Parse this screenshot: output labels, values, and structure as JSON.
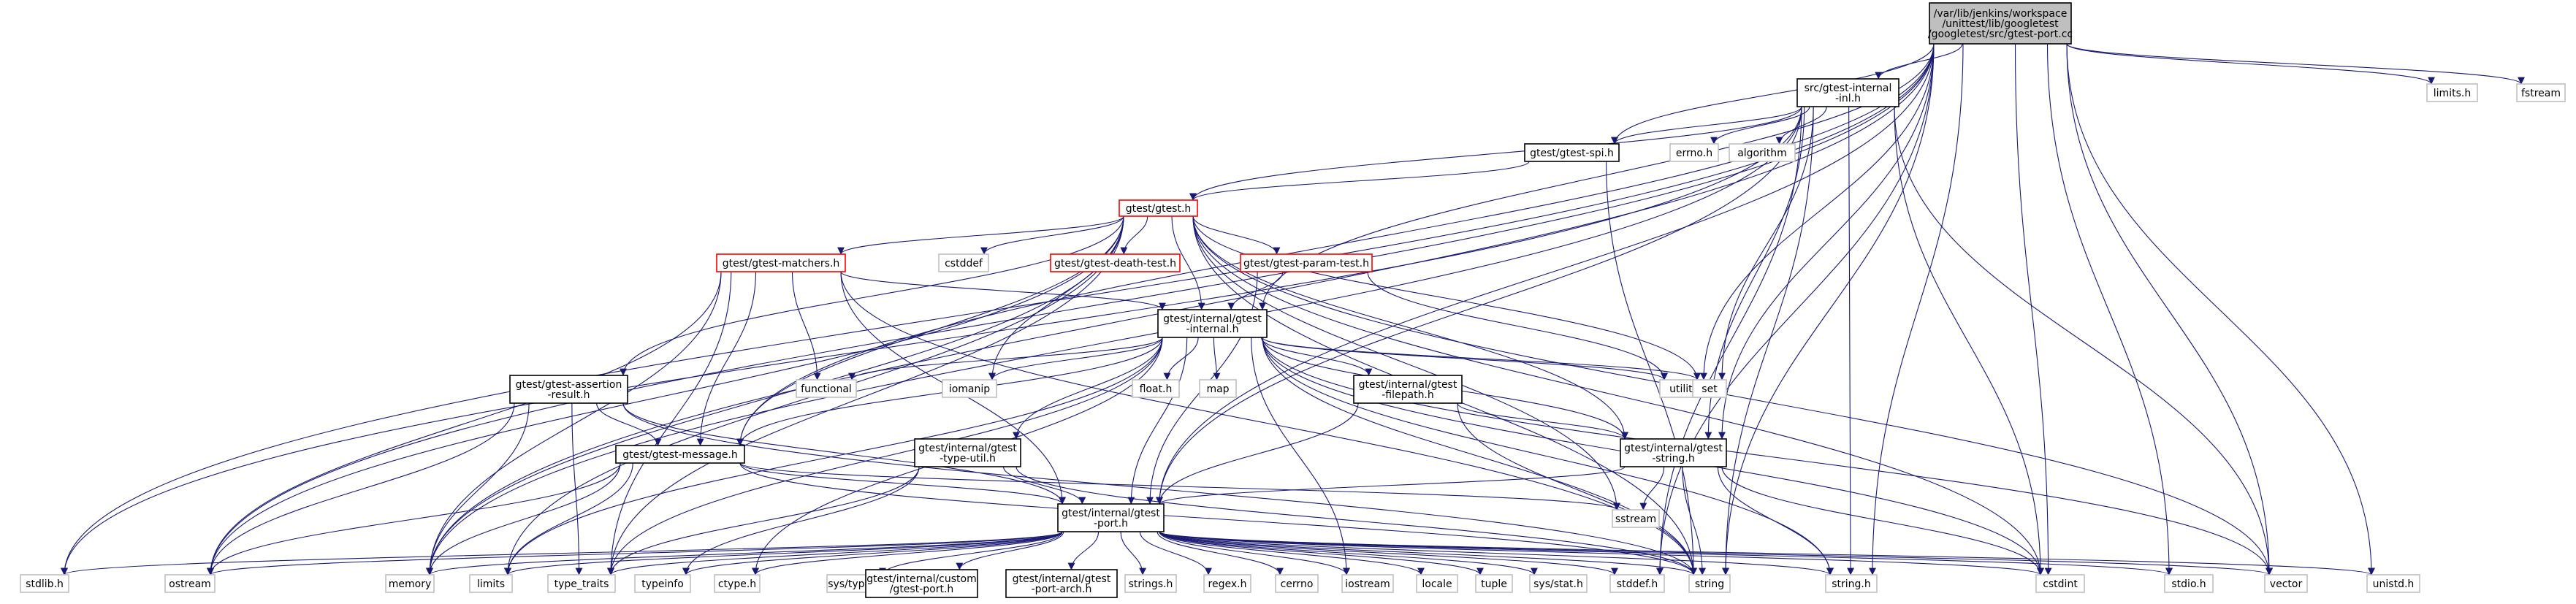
{
  "diagram": {
    "type": "include-dependency-graph",
    "colors": {
      "root_fill": "#bfbfbf",
      "root_border": "#000000",
      "internal_border": "#000000",
      "truncated_border": "#ff0000",
      "system_border": "#bfbfbf",
      "edge": "#191970"
    },
    "nodes": [
      {
        "id": "root",
        "lines": [
          "/var/lib/jenkins/workspace",
          "/unittest/lib/googletest",
          "/googletest/src/gtest-port.cc"
        ],
        "kind": "root"
      },
      {
        "id": "src_internal_inl",
        "lines": [
          "src/gtest-internal",
          "-inl.h"
        ],
        "kind": "internal"
      },
      {
        "id": "limits_h",
        "lines": [
          "limits.h"
        ],
        "kind": "system"
      },
      {
        "id": "fstream",
        "lines": [
          "fstream"
        ],
        "kind": "system"
      },
      {
        "id": "gtest_spi",
        "lines": [
          "gtest/gtest-spi.h"
        ],
        "kind": "internal"
      },
      {
        "id": "errno_h",
        "lines": [
          "errno.h"
        ],
        "kind": "system"
      },
      {
        "id": "algorithm",
        "lines": [
          "algorithm"
        ],
        "kind": "system"
      },
      {
        "id": "gtest_h",
        "lines": [
          "gtest/gtest.h"
        ],
        "kind": "truncated"
      },
      {
        "id": "cstddef",
        "lines": [
          "cstddef"
        ],
        "kind": "system"
      },
      {
        "id": "gtest_death",
        "lines": [
          "gtest/gtest-death-test.h"
        ],
        "kind": "truncated"
      },
      {
        "id": "gtest_matchers",
        "lines": [
          "gtest/gtest-matchers.h"
        ],
        "kind": "truncated"
      },
      {
        "id": "gtest_param",
        "lines": [
          "gtest/gtest-param-test.h"
        ],
        "kind": "truncated"
      },
      {
        "id": "gtest_internal",
        "lines": [
          "gtest/internal/gtest",
          "-internal.h"
        ],
        "kind": "internal"
      },
      {
        "id": "functional",
        "lines": [
          "functional"
        ],
        "kind": "system"
      },
      {
        "id": "iomanip",
        "lines": [
          "iomanip"
        ],
        "kind": "system"
      },
      {
        "id": "float_h",
        "lines": [
          "float.h"
        ],
        "kind": "system"
      },
      {
        "id": "map",
        "lines": [
          "map"
        ],
        "kind": "system"
      },
      {
        "id": "utility",
        "lines": [
          "utility"
        ],
        "kind": "system"
      },
      {
        "id": "set",
        "lines": [
          "set"
        ],
        "kind": "system"
      },
      {
        "id": "assertion_result",
        "lines": [
          "gtest/gtest-assertion",
          "-result.h"
        ],
        "kind": "internal"
      },
      {
        "id": "filepath",
        "lines": [
          "gtest/internal/gtest",
          "-filepath.h"
        ],
        "kind": "internal"
      },
      {
        "id": "type_util",
        "lines": [
          "gtest/internal/gtest",
          "-type-util.h"
        ],
        "kind": "internal"
      },
      {
        "id": "gtest_string",
        "lines": [
          "gtest/internal/gtest",
          "-string.h"
        ],
        "kind": "internal"
      },
      {
        "id": "gtest_message",
        "lines": [
          "gtest/gtest-message.h"
        ],
        "kind": "internal"
      },
      {
        "id": "sstream",
        "lines": [
          "sstream"
        ],
        "kind": "system"
      },
      {
        "id": "gtest_port",
        "lines": [
          "gtest/internal/gtest",
          "-port.h"
        ],
        "kind": "internal"
      },
      {
        "id": "stdlib_h",
        "lines": [
          "stdlib.h"
        ],
        "kind": "system"
      },
      {
        "id": "ostream",
        "lines": [
          "ostream"
        ],
        "kind": "system"
      },
      {
        "id": "memory",
        "lines": [
          "memory"
        ],
        "kind": "system"
      },
      {
        "id": "limits",
        "lines": [
          "limits"
        ],
        "kind": "system"
      },
      {
        "id": "type_traits",
        "lines": [
          "type_traits"
        ],
        "kind": "system"
      },
      {
        "id": "typeinfo",
        "lines": [
          "typeinfo"
        ],
        "kind": "system"
      },
      {
        "id": "ctype_h",
        "lines": [
          "ctype.h"
        ],
        "kind": "system"
      },
      {
        "id": "sys_types_h",
        "lines": [
          "sys/types.h"
        ],
        "kind": "system"
      },
      {
        "id": "custom_port",
        "lines": [
          "gtest/internal/custom",
          "/gtest-port.h"
        ],
        "kind": "internal"
      },
      {
        "id": "port_arch",
        "lines": [
          "gtest/internal/gtest",
          "-port-arch.h"
        ],
        "kind": "internal"
      },
      {
        "id": "strings_h",
        "lines": [
          "strings.h"
        ],
        "kind": "system"
      },
      {
        "id": "regex_h",
        "lines": [
          "regex.h"
        ],
        "kind": "system"
      },
      {
        "id": "cerrno",
        "lines": [
          "cerrno"
        ],
        "kind": "system"
      },
      {
        "id": "iostream",
        "lines": [
          "iostream"
        ],
        "kind": "system"
      },
      {
        "id": "locale",
        "lines": [
          "locale"
        ],
        "kind": "system"
      },
      {
        "id": "tuple",
        "lines": [
          "tuple"
        ],
        "kind": "system"
      },
      {
        "id": "sys_stat_h",
        "lines": [
          "sys/stat.h"
        ],
        "kind": "system"
      },
      {
        "id": "stddef_h",
        "lines": [
          "stddef.h"
        ],
        "kind": "system"
      },
      {
        "id": "string",
        "lines": [
          "string"
        ],
        "kind": "system"
      },
      {
        "id": "string_h",
        "lines": [
          "string.h"
        ],
        "kind": "system"
      },
      {
        "id": "cstdint",
        "lines": [
          "cstdint"
        ],
        "kind": "system"
      },
      {
        "id": "stdio_h",
        "lines": [
          "stdio.h"
        ],
        "kind": "system"
      },
      {
        "id": "vector",
        "lines": [
          "vector"
        ],
        "kind": "system"
      },
      {
        "id": "unistd_h",
        "lines": [
          "unistd.h"
        ],
        "kind": "system"
      }
    ],
    "edges": [
      [
        "root",
        "src_internal_inl"
      ],
      [
        "root",
        "limits_h"
      ],
      [
        "root",
        "fstream"
      ],
      [
        "root",
        "gtest_spi"
      ],
      [
        "root",
        "utility"
      ],
      [
        "root",
        "stdlib_h"
      ],
      [
        "root",
        "ostream"
      ],
      [
        "root",
        "memory"
      ],
      [
        "root",
        "gtest_message"
      ],
      [
        "root",
        "gtest_string"
      ],
      [
        "root",
        "gtest_port"
      ],
      [
        "root",
        "gtest_internal"
      ],
      [
        "root",
        "string_h"
      ],
      [
        "root",
        "cstdint"
      ],
      [
        "root",
        "stdio_h"
      ],
      [
        "root",
        "vector"
      ],
      [
        "root",
        "unistd_h"
      ],
      [
        "root",
        "string"
      ],
      [
        "root",
        "stddef_h"
      ],
      [
        "src_internal_inl",
        "gtest_spi"
      ],
      [
        "src_internal_inl",
        "errno_h"
      ],
      [
        "src_internal_inl",
        "algorithm"
      ],
      [
        "src_internal_inl",
        "gtest_h"
      ],
      [
        "src_internal_inl",
        "stdlib_h"
      ],
      [
        "src_internal_inl",
        "memory"
      ],
      [
        "src_internal_inl",
        "set"
      ],
      [
        "src_internal_inl",
        "gtest_string"
      ],
      [
        "src_internal_inl",
        "gtest_port"
      ],
      [
        "src_internal_inl",
        "string"
      ],
      [
        "src_internal_inl",
        "string_h"
      ],
      [
        "src_internal_inl",
        "cstdint"
      ],
      [
        "src_internal_inl",
        "vector"
      ],
      [
        "src_internal_inl",
        "stddef_h"
      ],
      [
        "gtest_spi",
        "gtest_h"
      ],
      [
        "gtest_spi",
        "string"
      ],
      [
        "gtest_h",
        "cstddef"
      ],
      [
        "gtest_h",
        "gtest_death"
      ],
      [
        "gtest_h",
        "gtest_matchers"
      ],
      [
        "gtest_h",
        "gtest_param"
      ],
      [
        "gtest_h",
        "gtest_internal"
      ],
      [
        "gtest_h",
        "iomanip"
      ],
      [
        "gtest_h",
        "gtest_message"
      ],
      [
        "gtest_h",
        "assertion_result"
      ],
      [
        "gtest_h",
        "ostream"
      ],
      [
        "gtest_h",
        "memory"
      ],
      [
        "gtest_h",
        "limits"
      ],
      [
        "gtest_h",
        "type_traits"
      ],
      [
        "gtest_h",
        "set"
      ],
      [
        "gtest_h",
        "sstream"
      ],
      [
        "gtest_h",
        "string"
      ],
      [
        "gtest_h",
        "cstdint"
      ],
      [
        "gtest_h",
        "vector"
      ],
      [
        "gtest_h",
        "gtest_string"
      ],
      [
        "gtest_matchers",
        "gtest_internal"
      ],
      [
        "gtest_matchers",
        "functional"
      ],
      [
        "gtest_matchers",
        "gtest_message"
      ],
      [
        "gtest_matchers",
        "ostream"
      ],
      [
        "gtest_matchers",
        "memory"
      ],
      [
        "gtest_matchers",
        "string"
      ],
      [
        "gtest_matchers",
        "type_traits"
      ],
      [
        "gtest_matchers",
        "gtest_port"
      ],
      [
        "gtest_param",
        "gtest_internal"
      ],
      [
        "gtest_param",
        "gtest_port"
      ],
      [
        "gtest_param",
        "utility"
      ],
      [
        "gtest_internal",
        "functional"
      ],
      [
        "gtest_internal",
        "iomanip"
      ],
      [
        "gtest_internal",
        "float_h"
      ],
      [
        "gtest_internal",
        "map"
      ],
      [
        "gtest_internal",
        "utility"
      ],
      [
        "gtest_internal",
        "set"
      ],
      [
        "gtest_internal",
        "filepath"
      ],
      [
        "gtest_internal",
        "type_util"
      ],
      [
        "gtest_internal",
        "gtest_string"
      ],
      [
        "gtest_internal",
        "gtest_message"
      ],
      [
        "gtest_internal",
        "gtest_port"
      ],
      [
        "gtest_internal",
        "limits"
      ],
      [
        "gtest_internal",
        "type_traits"
      ],
      [
        "gtest_internal",
        "string"
      ],
      [
        "gtest_internal",
        "string_h"
      ],
      [
        "gtest_internal",
        "vector"
      ],
      [
        "gtest_internal",
        "ctype_h"
      ],
      [
        "gtest_internal",
        "cstdint"
      ],
      [
        "gtest_internal",
        "iostream"
      ],
      [
        "assertion_result",
        "gtest_message"
      ],
      [
        "assertion_result",
        "gtest_port"
      ],
      [
        "assertion_result",
        "memory"
      ],
      [
        "assertion_result",
        "ostream"
      ],
      [
        "assertion_result",
        "string"
      ],
      [
        "assertion_result",
        "type_traits"
      ],
      [
        "filepath",
        "gtest_string"
      ],
      [
        "filepath",
        "gtest_port"
      ],
      [
        "filepath",
        "string"
      ],
      [
        "type_util",
        "gtest_port"
      ],
      [
        "type_util",
        "string"
      ],
      [
        "type_util",
        "type_traits"
      ],
      [
        "type_util",
        "typeinfo"
      ],
      [
        "gtest_string",
        "gtest_port"
      ],
      [
        "gtest_string",
        "sstream"
      ],
      [
        "gtest_string",
        "string"
      ],
      [
        "gtest_string",
        "string_h"
      ],
      [
        "gtest_string",
        "cstdint"
      ],
      [
        "gtest_message",
        "gtest_port"
      ],
      [
        "gtest_message",
        "sstream"
      ],
      [
        "gtest_message",
        "string"
      ],
      [
        "gtest_message",
        "memory"
      ],
      [
        "gtest_message",
        "ostream"
      ],
      [
        "gtest_message",
        "limits"
      ],
      [
        "gtest_port",
        "stdlib_h"
      ],
      [
        "gtest_port",
        "ostream"
      ],
      [
        "gtest_port",
        "memory"
      ],
      [
        "gtest_port",
        "limits"
      ],
      [
        "gtest_port",
        "type_traits"
      ],
      [
        "gtest_port",
        "typeinfo"
      ],
      [
        "gtest_port",
        "ctype_h"
      ],
      [
        "gtest_port",
        "sys_types_h"
      ],
      [
        "gtest_port",
        "custom_port"
      ],
      [
        "gtest_port",
        "port_arch"
      ],
      [
        "gtest_port",
        "strings_h"
      ],
      [
        "gtest_port",
        "regex_h"
      ],
      [
        "gtest_port",
        "cerrno"
      ],
      [
        "gtest_port",
        "iostream"
      ],
      [
        "gtest_port",
        "locale"
      ],
      [
        "gtest_port",
        "tuple"
      ],
      [
        "gtest_port",
        "sys_stat_h"
      ],
      [
        "gtest_port",
        "stddef_h"
      ],
      [
        "gtest_port",
        "string"
      ],
      [
        "gtest_port",
        "string_h"
      ],
      [
        "gtest_port",
        "cstdint"
      ],
      [
        "gtest_port",
        "stdio_h"
      ],
      [
        "gtest_port",
        "vector"
      ],
      [
        "gtest_port",
        "unistd_h"
      ]
    ]
  }
}
